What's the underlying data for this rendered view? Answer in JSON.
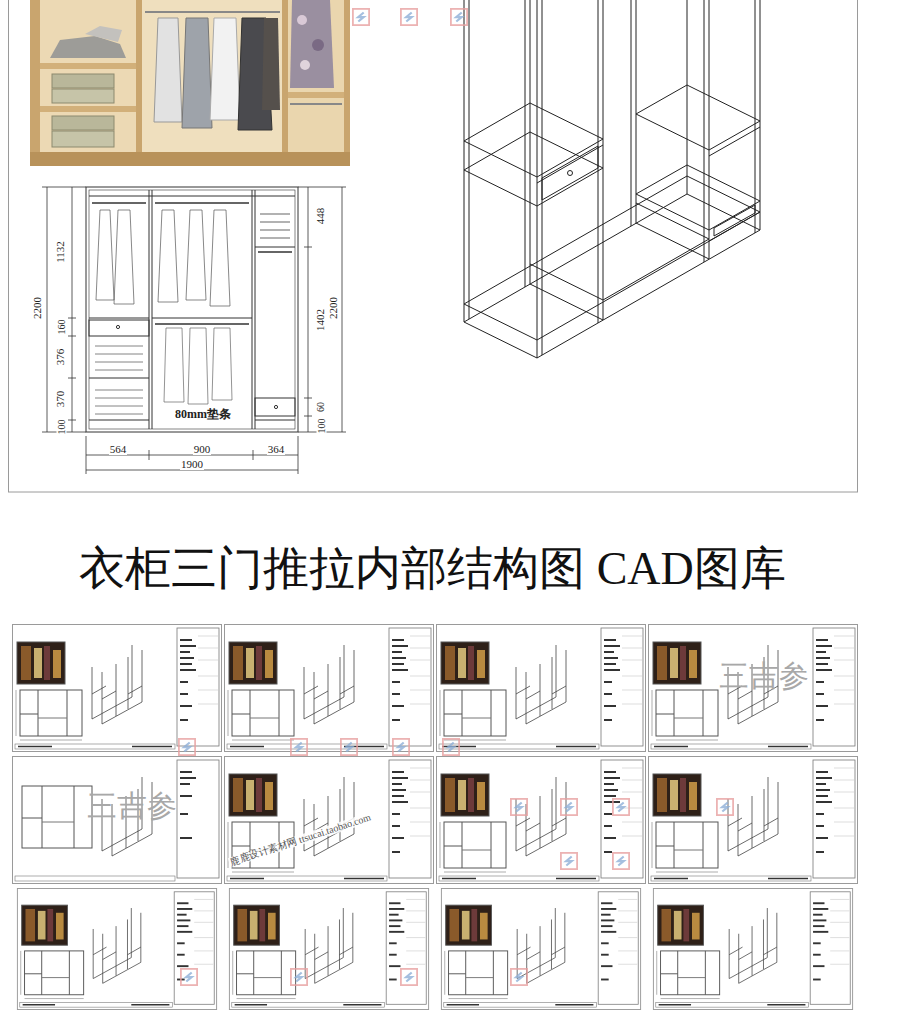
{
  "diagram": {
    "title": "衣柜三门推拉内部结构图 CAD图库",
    "labels": [
      "1132",
      "2200",
      "160",
      "376",
      "370",
      "100",
      "448",
      "1402",
      "60",
      "100",
      "2200",
      "80mm垫条",
      "564",
      "900",
      "364",
      "1900",
      "三吉参",
      "三吉参",
      "鹿鹿设计素材网 ttsucai.taobao.com"
    ]
  }
}
